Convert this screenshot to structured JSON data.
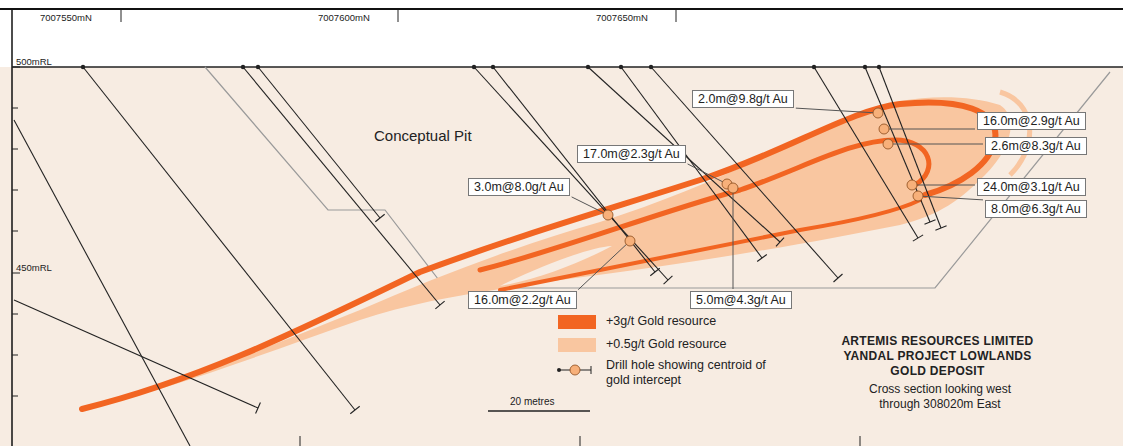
{
  "diagram": {
    "title": "ARTEMIS RESOURCES LIMITED YANDAL PROJECT LOWLANDS GOLD DEPOSIT",
    "caption": "Cross section looking west through 308020m East",
    "nodes": [
      {
        "text": [
          "2.0m@9.8g/t Au"
        ]
      },
      {
        "text": [
          "16.0m@2.9g/t Au"
        ]
      },
      {
        "text": [
          "17.0m@2.3g/t Au"
        ]
      },
      {
        "text": [
          "2.6m@8.3g/t Au"
        ]
      },
      {
        "text": [
          "3.0m@8.0g/t Au"
        ]
      },
      {
        "text": [
          "24.0m@3.1g/t Au"
        ]
      },
      {
        "text": [
          "8.0m@6.3g/t Au"
        ]
      },
      {
        "text": [
          "16.0m@2.2g/t Au"
        ]
      },
      {
        "text": [
          "5.0m@4.3g/t Au"
        ]
      }
    ],
    "labels": [
      "7007550mN",
      "7007600mN",
      "7007650mN",
      "500mRL",
      "450mRL",
      "Conceptual Pit",
      "20 metres"
    ],
    "legend": [
      {
        "text": "+3g/t Gold resource",
        "color": "#f26522"
      },
      {
        "text": "+0.5g/t Gold resource",
        "color": "#f9c6a0"
      },
      {
        "text": "Drill hole showing centroid of gold intercept"
      }
    ]
  }
}
